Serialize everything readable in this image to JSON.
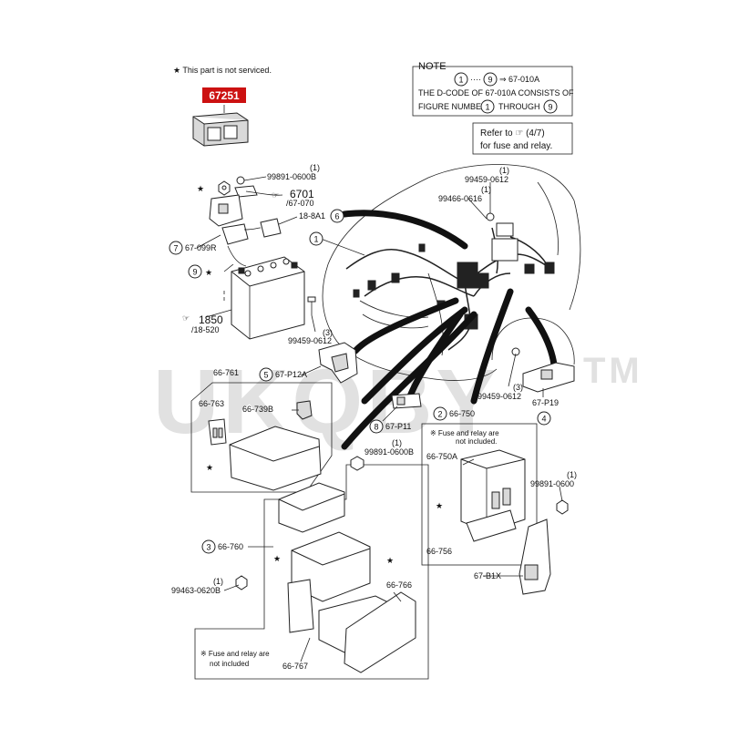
{
  "header": {
    "not_serviced": "★ This part is not serviced.",
    "highlight_part": "67251",
    "highlight_color": "#cc1111"
  },
  "note": {
    "title": "NOTE",
    "line1_start": "1",
    "line1_mid": "9",
    "line1_ref": "⇒ 67-010A",
    "line2": "THE D-CODE OF 67-010A CONSISTS OF",
    "line3_a": "FIGURE NUMBERS",
    "line3_n1": "1",
    "line3_b": "THROUGH",
    "line3_n2": "9"
  },
  "refer": {
    "line1": "Refer to ☞ (4/7)",
    "line2": "for fuse and relay."
  },
  "labels": {
    "l_99891_0600b_top_qty": "(1)",
    "l_99891_0600b_top": "99891-0600B",
    "l_6701": "6701",
    "l_67_070": "/67-070",
    "l_18_8a1": "18-8A1",
    "c6": "6",
    "c1": "1",
    "c7": "7",
    "l_67_099r": "67-099R",
    "c9": "9",
    "l_1850": "1850",
    "l_18_520": "/18-520",
    "l_99459_0612_top_qty": "(1)",
    "l_99459_0612_top": "99459-0612",
    "l_99466_0616_qty": "(1)",
    "l_99466_0616": "99466-0616",
    "l_99459_0612_mid_qty": "(3)",
    "l_99459_0612_mid": "99459-0612",
    "l_66_761": "66-761",
    "c5": "5",
    "l_67_p12a": "67-P12A",
    "l_99459_0612_right_qty": "(3)",
    "l_99459_0612_right": "99459-0612",
    "l_67_p19": "67-P19",
    "c4": "4",
    "l_66_763": "66-763",
    "l_66_739b": "66-739B",
    "c2": "2",
    "l_66_750": "66-750",
    "c8": "8",
    "l_67_p11": "67-P11",
    "fuse_note_right_1": "※ Fuse and relay are",
    "fuse_note_right_2": "not included.",
    "l_99891_0600b_mid_qty": "(1)",
    "l_99891_0600b_mid": "99891-0600B",
    "l_66_750a": "66-750A",
    "l_99891_0600_qty": "(1)",
    "l_99891_0600": "99891-0600",
    "c3": "3",
    "l_66_760": "66-760",
    "l_66_756": "66-756",
    "l_67_b1x": "67-B1X",
    "l_99463_0620b_qty": "(1)",
    "l_99463_0620b": "99463-0620B",
    "l_66_766": "66-766",
    "fuse_note_bottom_1": "※ Fuse and relay are",
    "fuse_note_bottom_2": "not included",
    "l_66_767": "66-767",
    "star": "★"
  },
  "watermark": "UKQBY",
  "watermark_tm": "TM"
}
